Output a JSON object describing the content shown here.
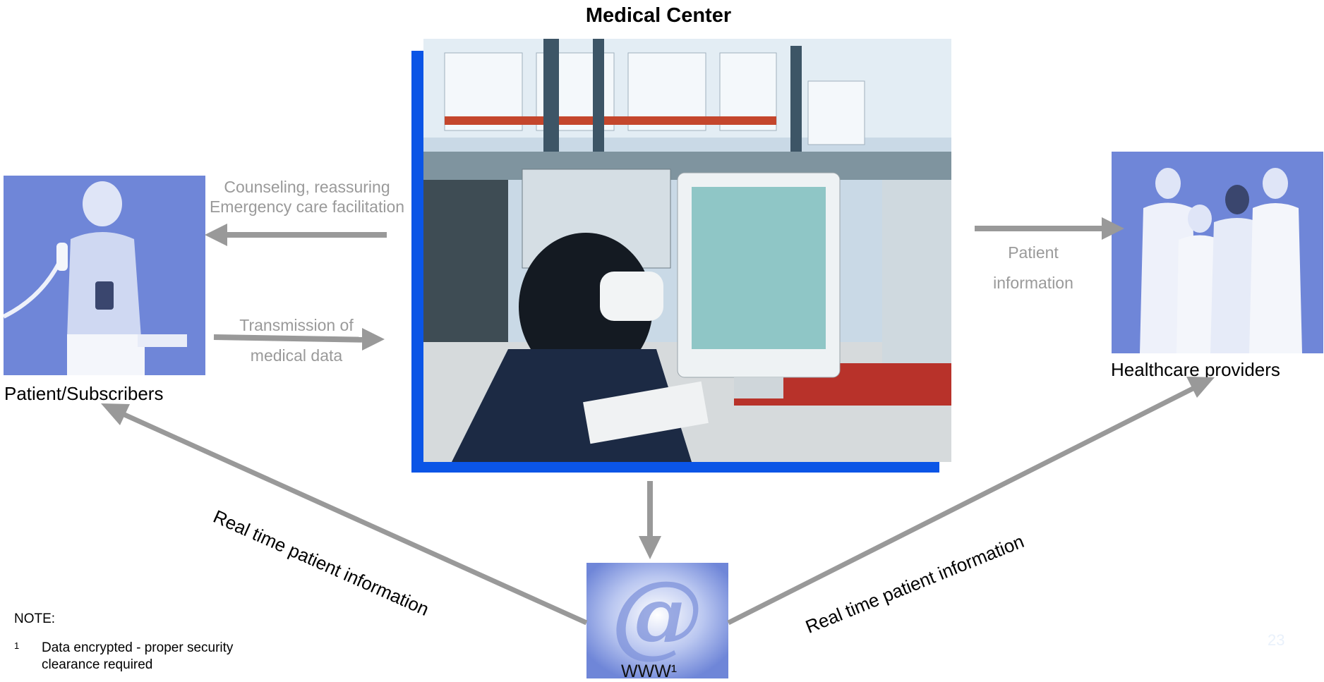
{
  "title": "Medical Center",
  "nodes": {
    "patient_label": "Patient/Subscribers",
    "providers_label": "Healthcare providers",
    "www_label": "WWW¹"
  },
  "edges": {
    "to_patient_line1": "Counseling, reassuring",
    "to_patient_line2": "Emergency care facilitation",
    "to_center_line1": "Transmission of",
    "to_center_line2": "medical data",
    "to_providers_line1": "Patient",
    "to_providers_line2": "information",
    "www_to_patient": "Real time patient information",
    "www_to_providers": "Real time patient information"
  },
  "note": {
    "heading": "NOTE:",
    "footnote_mark": "1",
    "footnote_text": "Data encrypted - proper security clearance required"
  },
  "page_number": "23",
  "colors": {
    "arrow": "#999999",
    "frame_blue": "#0b55e6",
    "photo_tint": "#6f86d8"
  }
}
